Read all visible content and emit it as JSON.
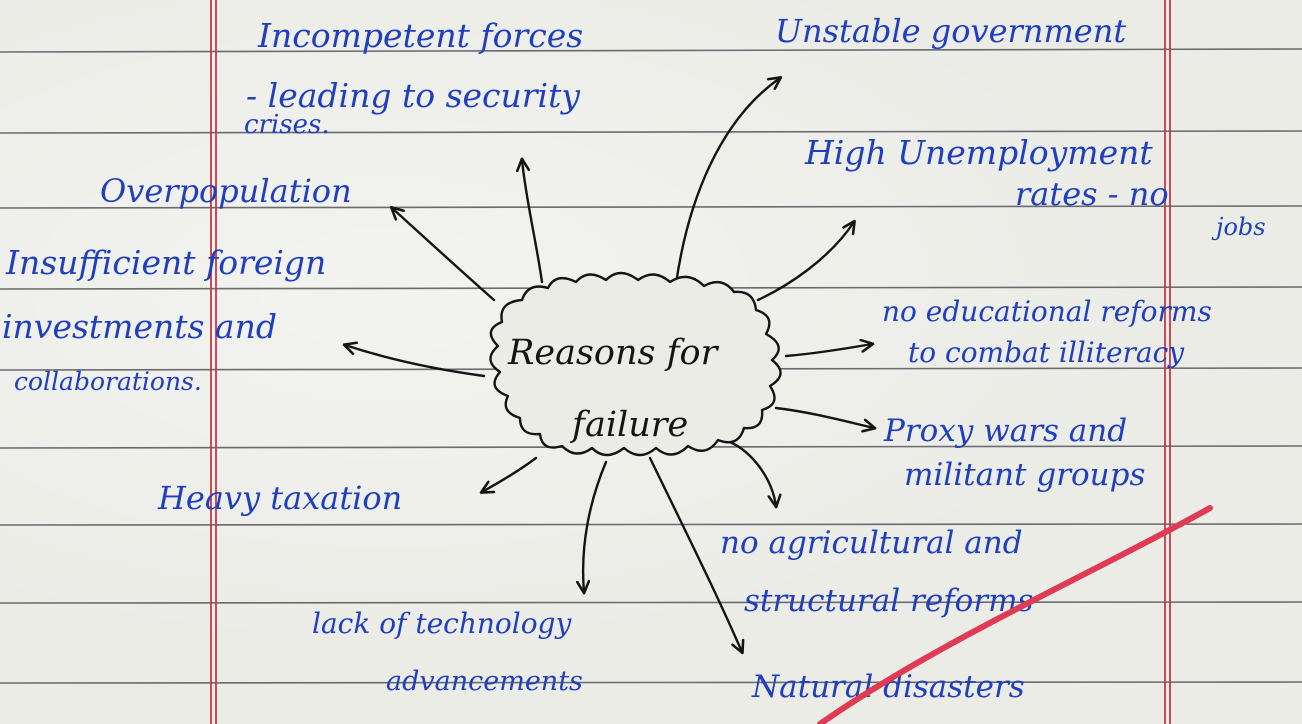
{
  "colors": {
    "paper": "#ecece7",
    "rule_line": "#4a4a55",
    "margin_line": "#c23a4a",
    "ink_blue": "#1f3fbf",
    "ink_black": "#141414",
    "strike_red": "#e03a55"
  },
  "center": {
    "line1": "Reasons for",
    "line2": "failure"
  },
  "branches": [
    {
      "id": "incompetent-forces",
      "lines": [
        "Incompetent forces",
        "- leading to security",
        "crises."
      ]
    },
    {
      "id": "unstable-government",
      "lines": [
        "Unstable government"
      ]
    },
    {
      "id": "overpopulation",
      "lines": [
        "Overpopulation"
      ]
    },
    {
      "id": "high-unemployment",
      "lines": [
        "High Unemployment",
        "rates - no",
        "jobs"
      ]
    },
    {
      "id": "insufficient-foreign",
      "lines": [
        "Insufficient foreign",
        "investments and",
        "collaborations."
      ]
    },
    {
      "id": "no-educational-reforms",
      "lines": [
        "no educational reforms",
        "to combat illiteracy"
      ]
    },
    {
      "id": "proxy-wars",
      "lines": [
        "Proxy wars and",
        "militant groups"
      ]
    },
    {
      "id": "heavy-taxation",
      "lines": [
        "Heavy taxation"
      ]
    },
    {
      "id": "no-agricultural-reforms",
      "lines": [
        "no agricultural and",
        "structural reforms"
      ]
    },
    {
      "id": "lack-of-technology",
      "lines": [
        "lack of technology",
        "advancements"
      ]
    },
    {
      "id": "natural-disasters",
      "lines": [
        "Natural disasters"
      ]
    }
  ]
}
